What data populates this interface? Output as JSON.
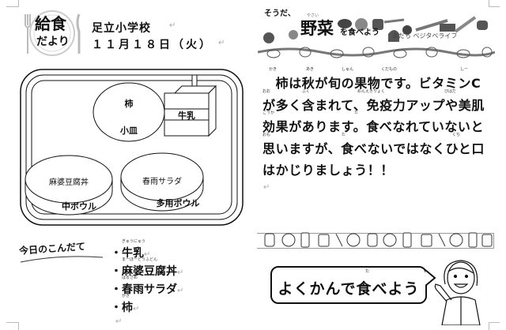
{
  "header": {
    "logo_line1": "給食",
    "logo_line2": "だより",
    "school": "足立小学校",
    "date": "１１月１８日（火）"
  },
  "banner": {
    "lead": "そうだ、",
    "title": "野菜",
    "title_tail": "を食べよう",
    "ruby": "やさい",
    "sub": "あだち ベジタベライフ"
  },
  "tray": {
    "small_plate_food": "柿",
    "small_plate": "小皿",
    "milk": "牛乳",
    "mid_bowl_food": "麻婆豆腐丼",
    "mid_bowl": "中ボウル",
    "multi_bowl_food": "春雨サラダ",
    "multi_bowl": "多用ボウル"
  },
  "article": {
    "lines": [
      {
        "text": "　柿は秋が旬の果物です。ビタミンC",
        "ruby": [
          "かき",
          "あき",
          "しゅん",
          "くだもの",
          "しー"
        ]
      },
      {
        "text": "が多く含まれて、免疫力アップや美肌",
        "ruby": [
          "おお",
          "ふく",
          "めんえきりょく",
          "びはだ"
        ]
      },
      {
        "text": "効果があります。食べなれていないと",
        "ruby": [
          "こうか",
          "た"
        ]
      },
      {
        "text": "思いますが、食べないではなくひと口",
        "ruby": [
          "おも",
          "た",
          "くち"
        ]
      },
      {
        "text": "はかじりましょう！！",
        "ruby": []
      }
    ]
  },
  "menu": {
    "title": "今日のこんだて",
    "items": [
      {
        "name": "牛乳",
        "ruby": "ぎゅうにゅう"
      },
      {
        "name": "麻婆豆腐丼",
        "ruby": "まーぼーどうふどん"
      },
      {
        "name": "春雨サラダ",
        "ruby": "はるさめ"
      },
      {
        "name": "柿",
        "ruby": "かき"
      }
    ]
  },
  "slogan": {
    "text": "よくかんで食べよう",
    "ruby": "た"
  }
}
